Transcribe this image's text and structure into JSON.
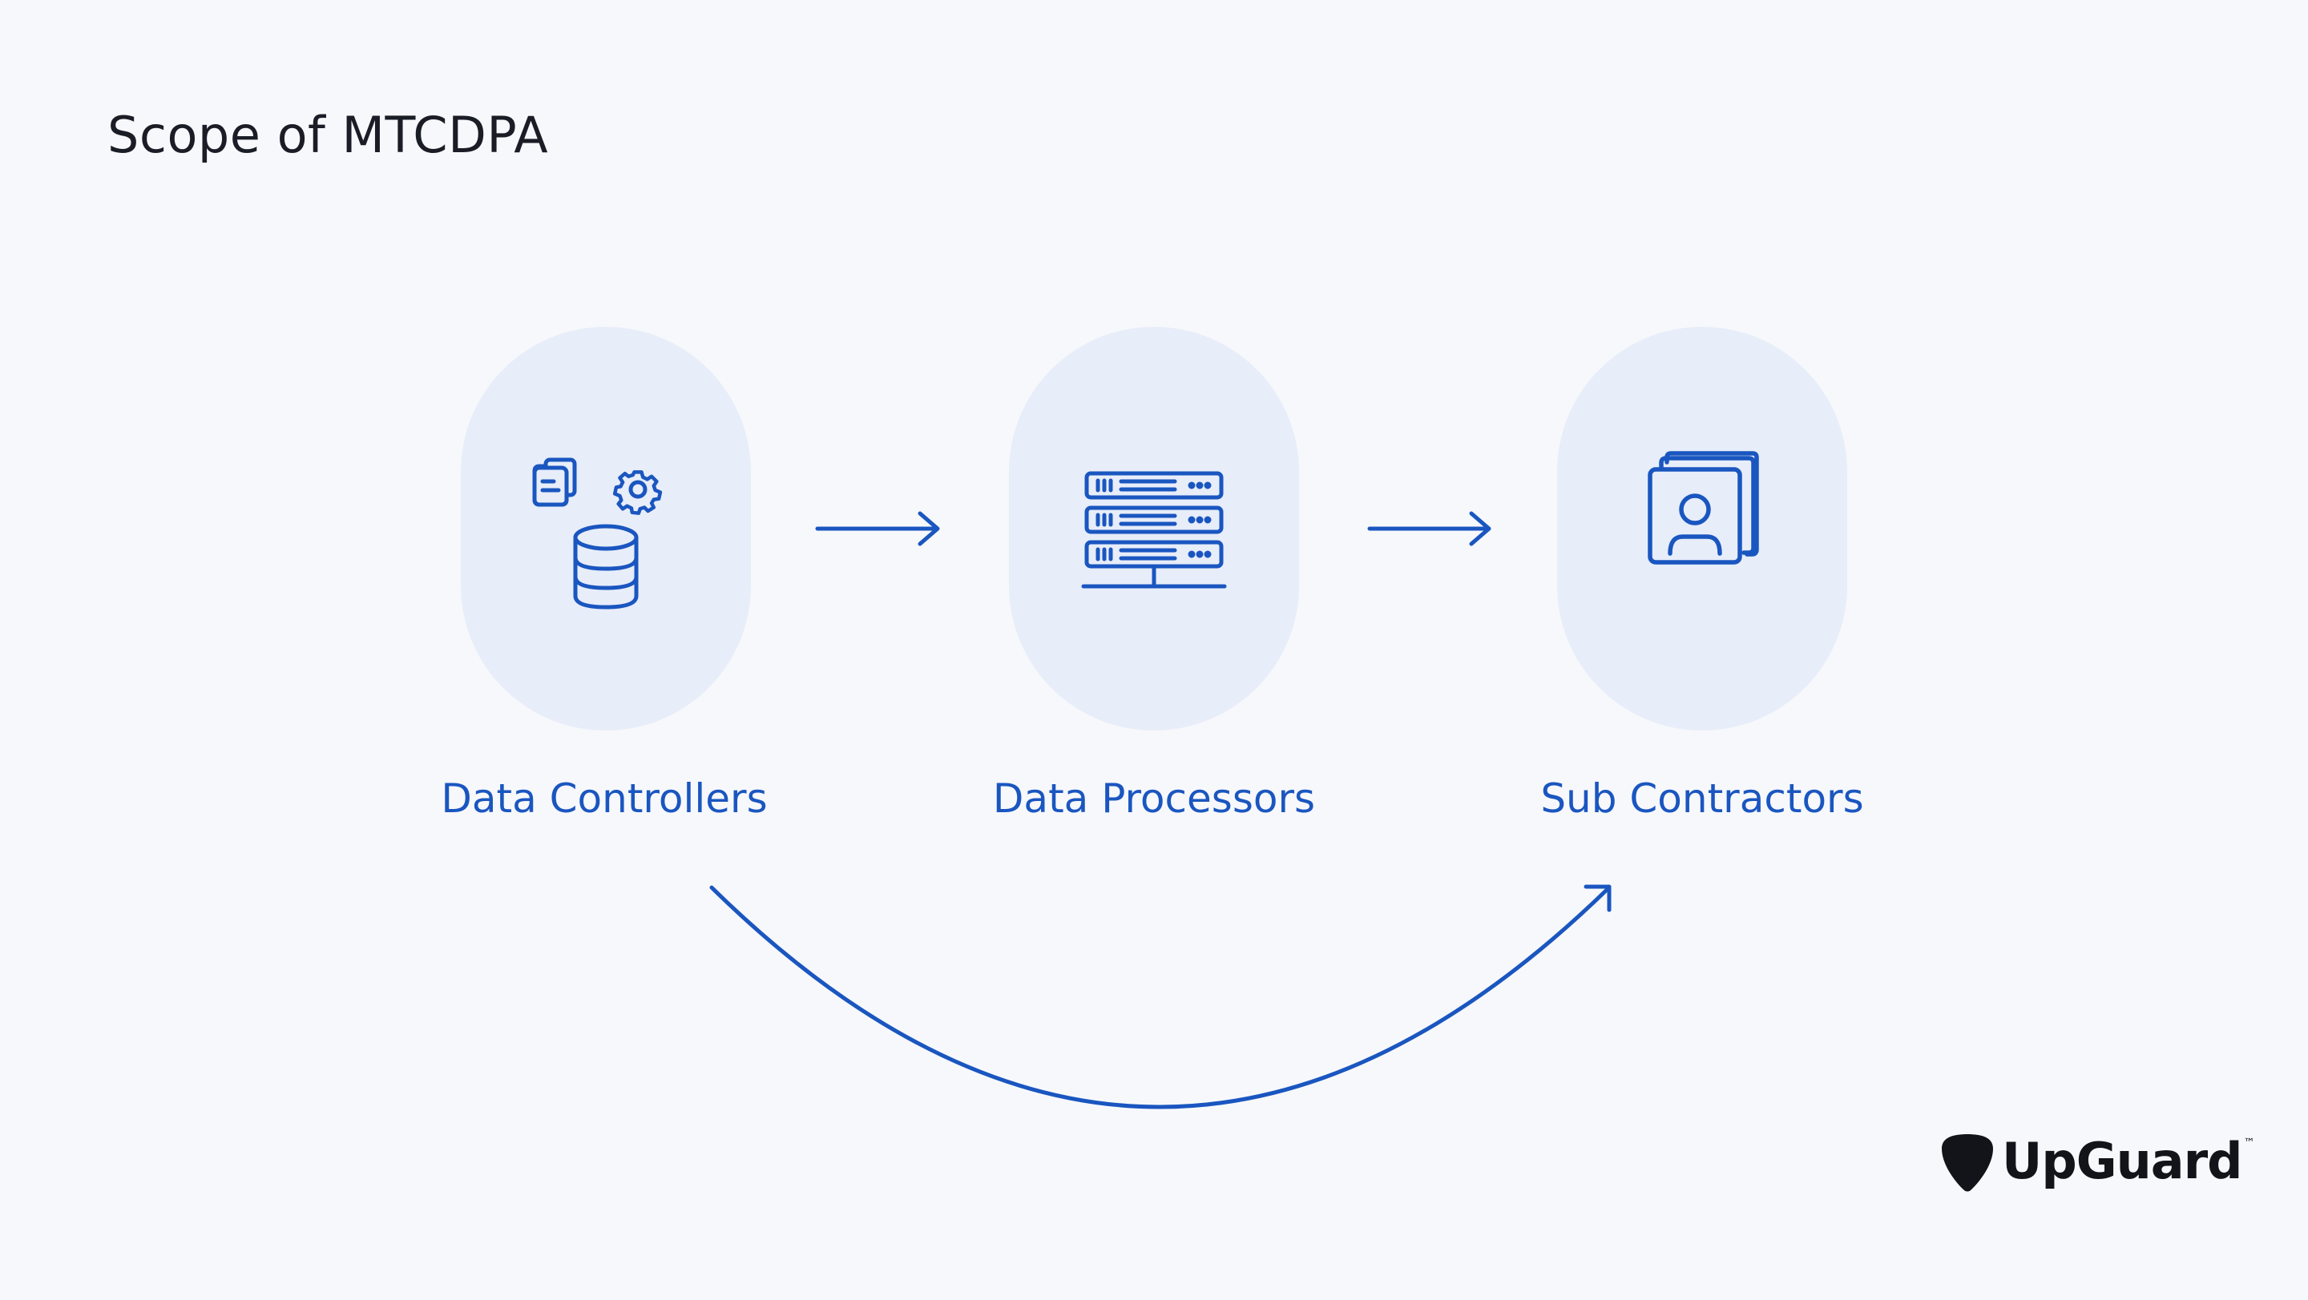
{
  "title": "Scope of MTCDPA",
  "nodes": [
    {
      "label": "Data Controllers",
      "icon": "database-documents-gear-icon"
    },
    {
      "label": "Data Processors",
      "icon": "server-rack-icon"
    },
    {
      "label": "Sub Contractors",
      "icon": "contact-cards-icon"
    }
  ],
  "brand": {
    "name": "UpGuard",
    "trademark": "™",
    "icon": "guitar-pick-logo-icon"
  },
  "colors": {
    "background": "#f7f8fb",
    "node_fill": "#e7edf9",
    "accent": "#1a56c0",
    "title": "#1a1d26"
  }
}
